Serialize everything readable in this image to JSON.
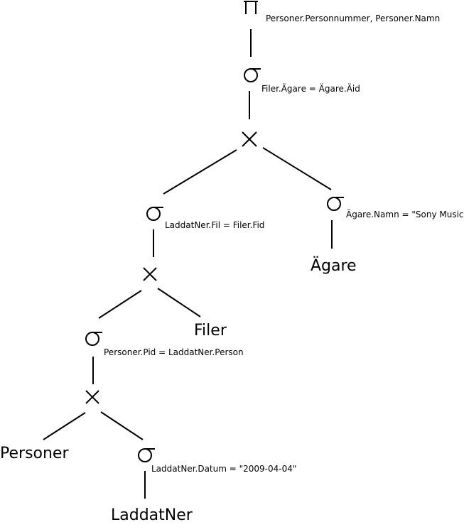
{
  "projection": {
    "condition": "Personer.Personnummer, Personer.Namn"
  },
  "selections": [
    {
      "id": "sel-filer-agare",
      "condition": "Filer.Ägare = Ägare.Äid"
    },
    {
      "id": "sel-agare-namn",
      "condition": "Ägare.Namn = \"Sony Music\""
    },
    {
      "id": "sel-laddatner-fil",
      "condition": "LaddatNer.Fil = Filer.Fid"
    },
    {
      "id": "sel-personer-pid",
      "condition": "Personer.Pid = LaddatNer.Person"
    },
    {
      "id": "sel-laddatner-datum",
      "condition": "LaddatNer.Datum = \"2009-04-04\""
    }
  ],
  "relations": {
    "agare": "Ägare",
    "filer": "Filer",
    "personer": "Personer",
    "laddatner": "LaddatNer"
  }
}
